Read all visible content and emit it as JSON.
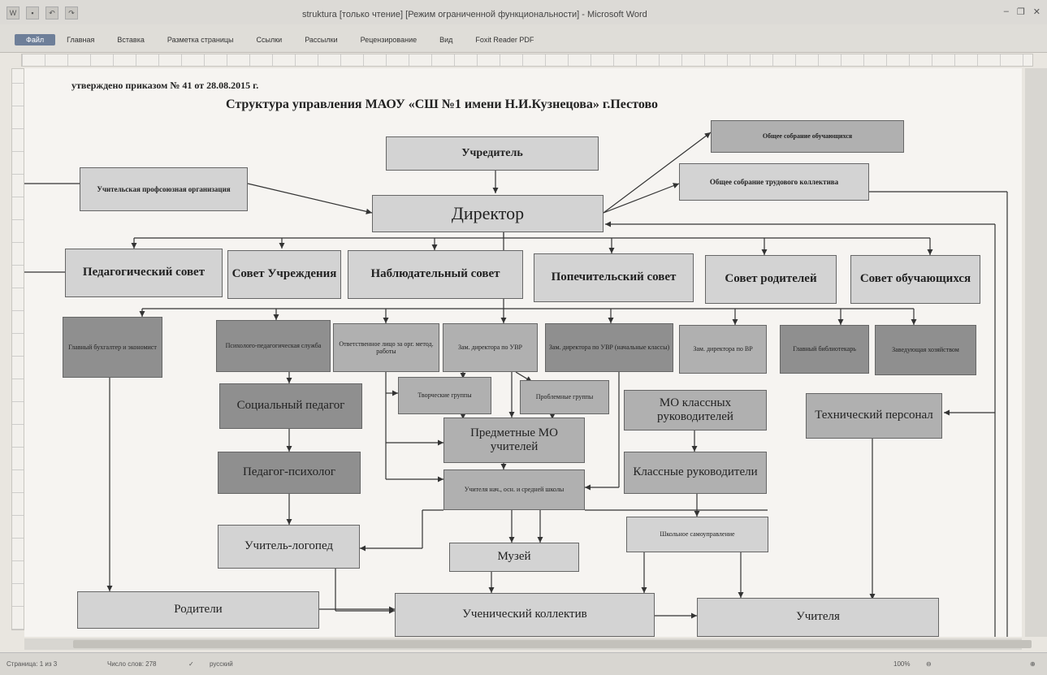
{
  "window": {
    "title": "struktura [только чтение] [Режим ограниченной функциональности] - Microsoft Word",
    "tabs": [
      "Файл",
      "Главная",
      "Вставка",
      "Разметка страницы",
      "Ссылки",
      "Рассылки",
      "Рецензирование",
      "Вид",
      "Foxit Reader PDF"
    ]
  },
  "document": {
    "approved": "утверждено приказом № 41   от 28.08.2015 г.",
    "title": "Структура управления МАОУ «СШ №1 имени Н.И.Кузнецова» г.Пестово",
    "boxes": {
      "founder": "Учредитель",
      "general_assembly_students": "Общее собрание обучающихся",
      "union": "Учительская профсоюзная организация",
      "labor_assembly": "Общее собрание трудового коллектива",
      "director": "Директор",
      "ped_council": "Педагогический совет",
      "inst_council": "Совет Учреждения",
      "supervisory_council": "Наблюдательный совет",
      "trustee_council": "Попечительский совет",
      "parents_council": "Совет родителей",
      "students_council": "Совет обучающихся",
      "chief_accountant": "Главный бухгалтер и экономист",
      "psych_service": "Психолого-педагогическая служба",
      "responsible_person": "Ответственное лицо за орг. метод. работы",
      "deputy_uvr": "Зам. директора по УВР",
      "deputy_uvr_primary": "Зам. директора по УВР (начальные классы)",
      "deputy_vr": "Зам. директора по ВР",
      "chief_librarian": "Главный библиотекарь",
      "head_household": "Заведующая хозяйством",
      "social_pedagogue": "Социальный педагог",
      "creative_groups": "Творческие группы",
      "problem_groups": "Проблемные группы",
      "mo_class_teachers": "МО классных руководителей",
      "tech_staff": "Технический персонал",
      "subject_mo": "Предметные МО учителей",
      "ped_psychologist": "Педагог-психолог",
      "class_teachers": "Классные руководители",
      "teachers_levels": "Учителя нач., осн. и средней школы",
      "speech_therapist": "Учитель-логопед",
      "school_selfgov": "Школьное самоуправление",
      "museum": "Музей",
      "parents": "Родители",
      "student_body": "Ученический коллектив",
      "teachers": "Учителя"
    }
  },
  "status": {
    "page": "Страница: 1 из 3",
    "words": "Число слов: 278",
    "lang": "русский",
    "zoom": "100%"
  }
}
